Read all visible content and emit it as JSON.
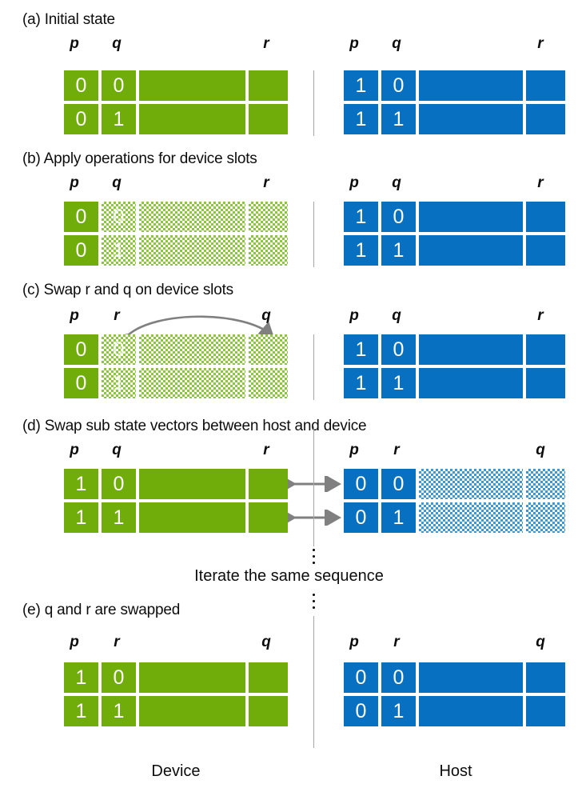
{
  "figure": {
    "title_a": "(a) Initial state",
    "title_b": "(b) Apply operations for device slots",
    "title_c": "(c) Swap r and q on device slots",
    "title_d": "(d) Swap sub state vectors between host and device",
    "title_e_prefix": "(e) ",
    "title_e_q": "q",
    "title_e_mid": " and ",
    "title_e_r": "r",
    "title_e_suffix": " are swapped",
    "iterate_note": "Iterate the same sequence",
    "legend_device": "Device",
    "legend_host": "Host"
  },
  "colors": {
    "device_fill": "#70AD0B",
    "host_fill": "#0870C0",
    "device_pattern": "#8CC63F",
    "host_pattern": "#3B96DC",
    "arrow": "#808080",
    "divider": "#A6A6A6",
    "text": "#0D0D0D"
  },
  "panels": [
    {
      "id": "a",
      "caption": "(a) Initial state",
      "device": {
        "labels": [
          "p",
          "q",
          "r"
        ],
        "rows": [
          {
            "p": "0",
            "q": "0"
          },
          {
            "p": "0",
            "q": "1"
          }
        ],
        "patterned_columns": []
      },
      "host": {
        "labels": [
          "p",
          "q",
          "r"
        ],
        "rows": [
          {
            "p": "1",
            "q": "0"
          },
          {
            "p": "1",
            "q": "1"
          }
        ],
        "patterned_columns": []
      }
    },
    {
      "id": "b",
      "caption": "(b) Apply operations for device slots",
      "device": {
        "labels": [
          "p",
          "q",
          "r"
        ],
        "rows": [
          {
            "p": "0",
            "q": "0"
          },
          {
            "p": "0",
            "q": "1"
          }
        ],
        "patterned_columns": [
          "q",
          "wide",
          "r"
        ]
      },
      "host": {
        "labels": [
          "p",
          "q",
          "r"
        ],
        "rows": [
          {
            "p": "1",
            "q": "0"
          },
          {
            "p": "1",
            "q": "1"
          }
        ],
        "patterned_columns": []
      }
    },
    {
      "id": "c",
      "caption": "(c) Swap r and q on device slots",
      "device": {
        "labels": [
          "p",
          "r",
          "q"
        ],
        "rows": [
          {
            "p": "0",
            "q": "0"
          },
          {
            "p": "0",
            "q": "1"
          }
        ],
        "patterned_columns": [
          "q",
          "wide",
          "r"
        ]
      },
      "host": {
        "labels": [
          "p",
          "q",
          "r"
        ],
        "rows": [
          {
            "p": "1",
            "q": "0"
          },
          {
            "p": "1",
            "q": "1"
          }
        ],
        "patterned_columns": []
      }
    },
    {
      "id": "d",
      "caption": "(d) Swap sub state vectors between host and device",
      "device": {
        "labels": [
          "p",
          "q",
          "r"
        ],
        "rows": [
          {
            "p": "1",
            "q": "0"
          },
          {
            "p": "1",
            "q": "1"
          }
        ],
        "patterned_columns": []
      },
      "host": {
        "labels": [
          "p",
          "r",
          "q"
        ],
        "rows": [
          {
            "p": "0",
            "q": "0"
          },
          {
            "p": "0",
            "q": "1"
          }
        ],
        "patterned_columns": [
          "wide",
          "r"
        ]
      }
    },
    {
      "id": "e",
      "caption": "(e) q and r are swapped",
      "device": {
        "labels": [
          "p",
          "r",
          "q"
        ],
        "rows": [
          {
            "p": "1",
            "q": "0"
          },
          {
            "p": "1",
            "q": "1"
          }
        ],
        "patterned_columns": []
      },
      "host": {
        "labels": [
          "p",
          "r",
          "q"
        ],
        "rows": [
          {
            "p": "0",
            "q": "0"
          },
          {
            "p": "0",
            "q": "1"
          }
        ],
        "patterned_columns": []
      }
    }
  ]
}
